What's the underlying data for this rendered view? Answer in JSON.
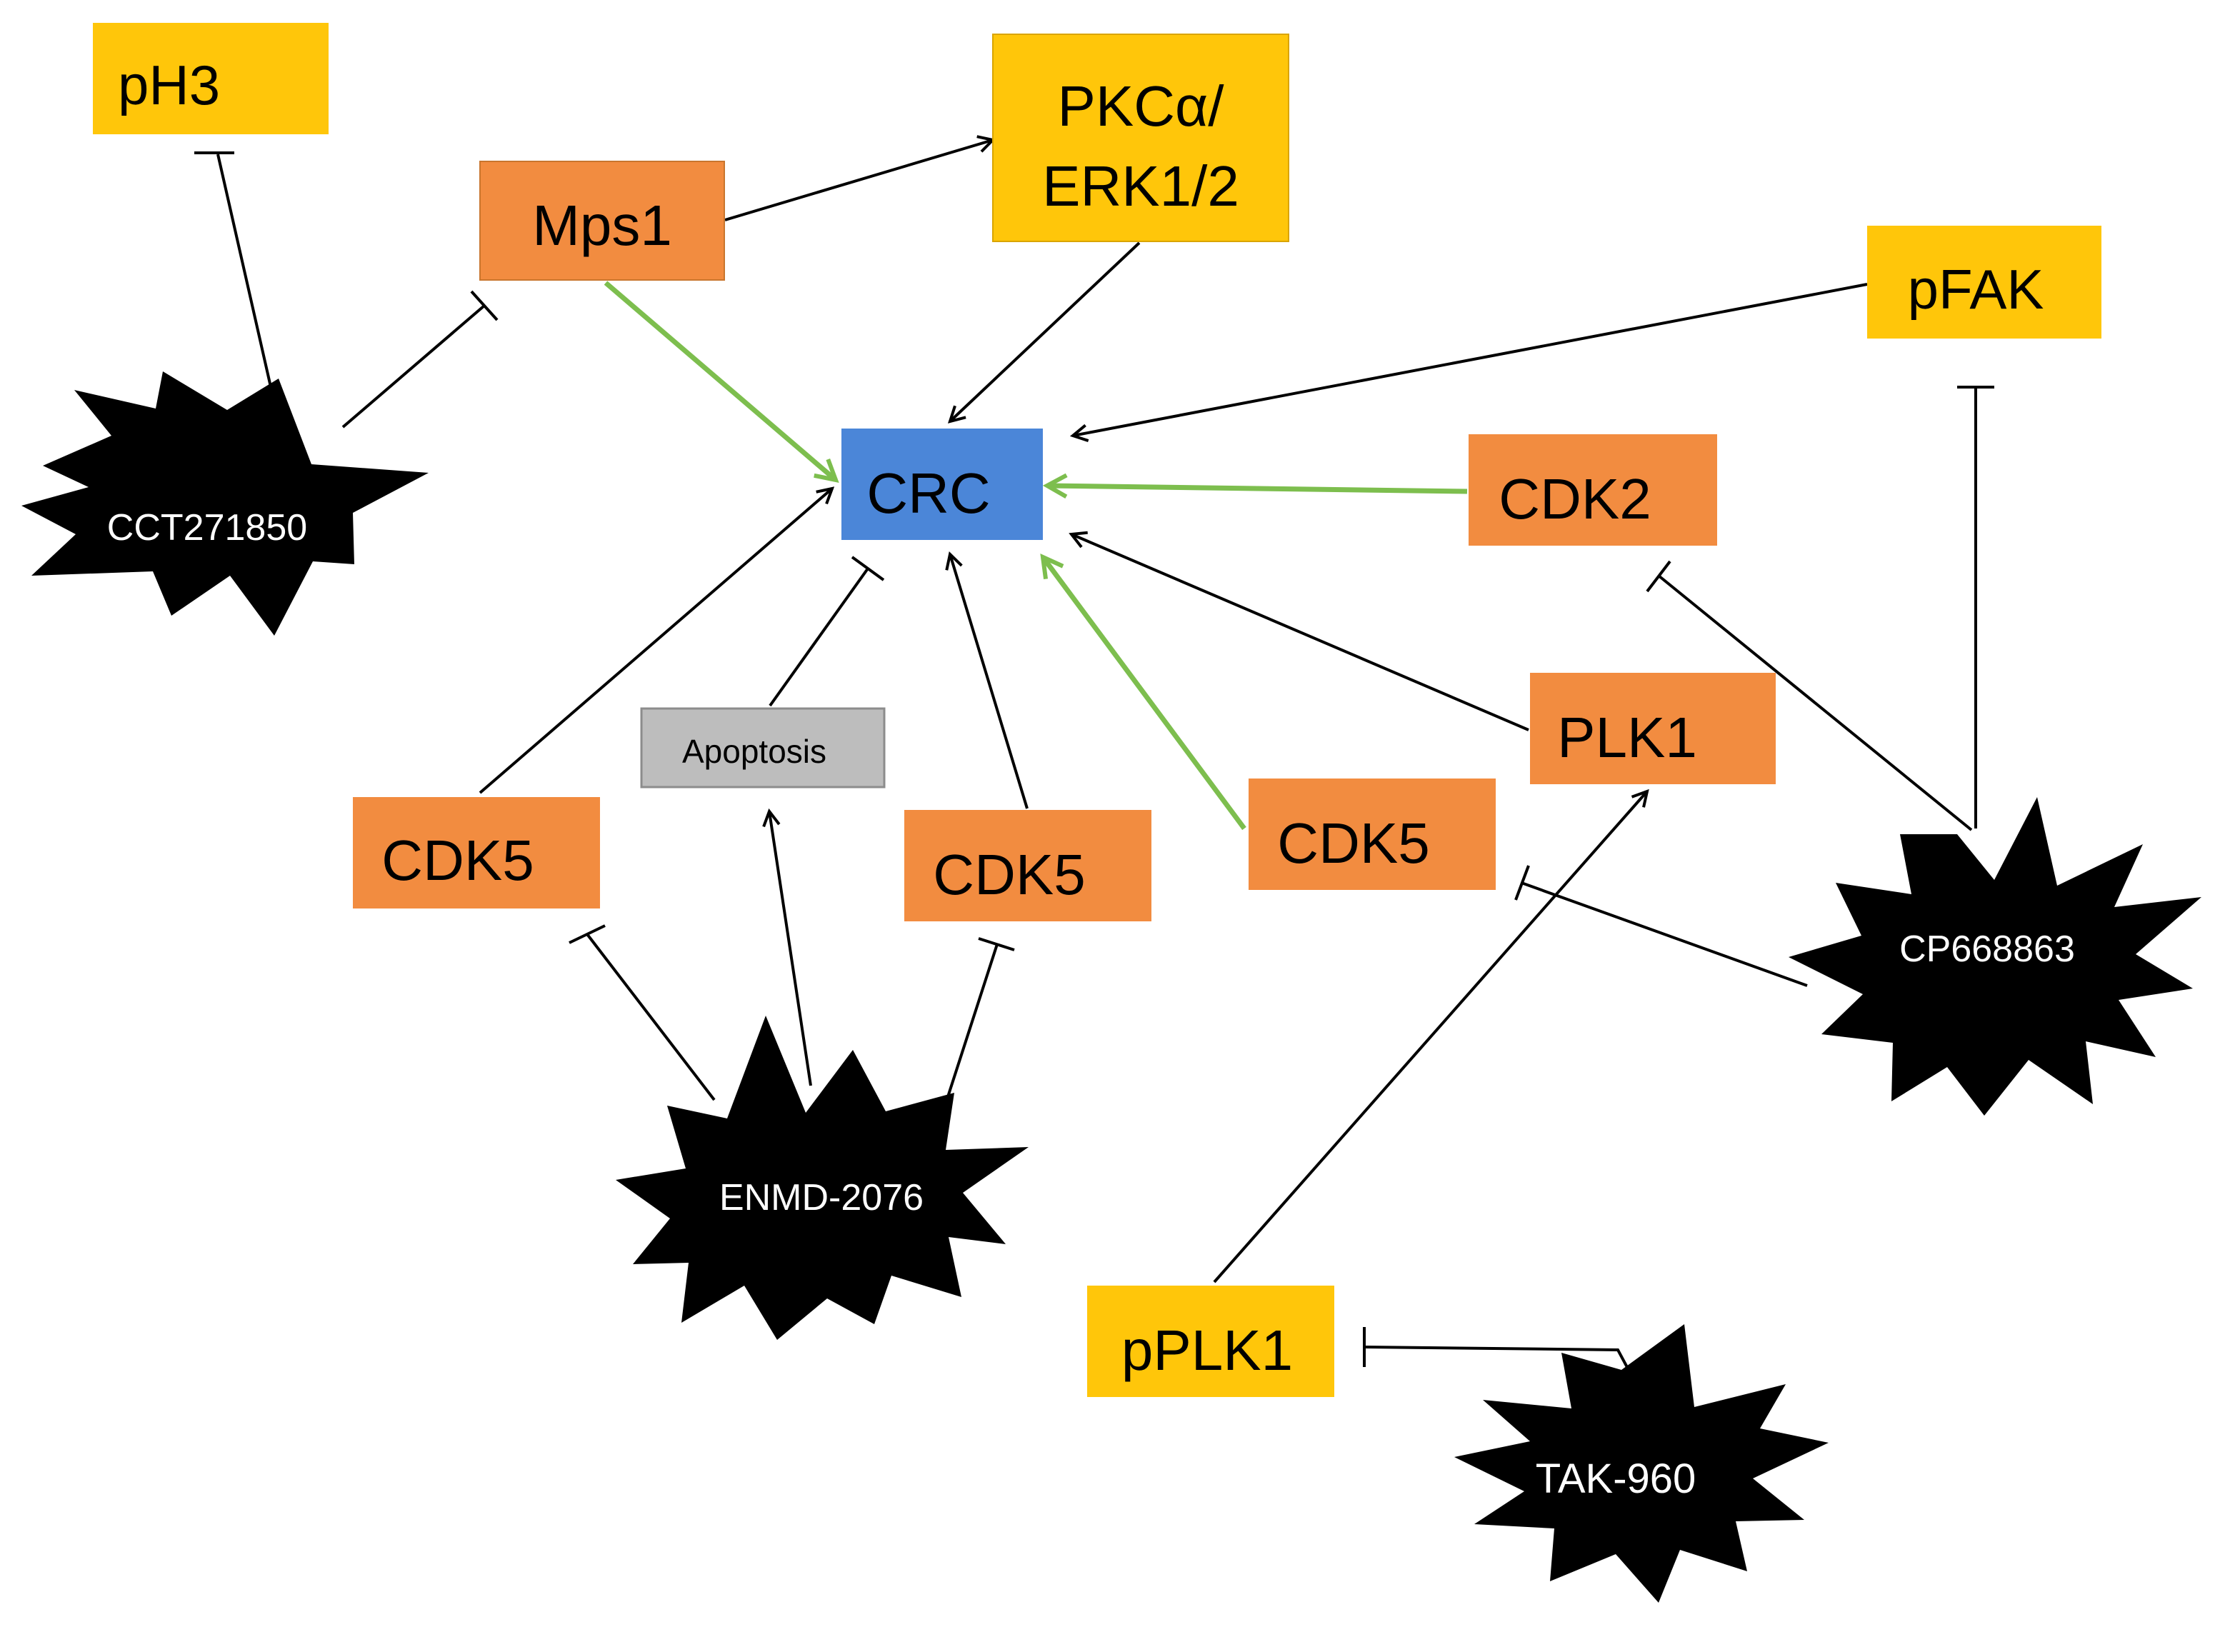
{
  "colors": {
    "kinase": "#F28C40",
    "phospho": "#FFC60A",
    "target": "#4B86D8",
    "outcome": "#BDBDBD",
    "drug": "#000000",
    "edge_plain": "#000000",
    "edge_key": "#7DBE4E"
  },
  "nodes": {
    "ph3": "pH3",
    "mps1": "Mps1",
    "pkca": [
      "PKCα/",
      "ERK1/2"
    ],
    "pfak": "pFAK",
    "crc": "CRC",
    "cdk2": "CDK2",
    "plk1": "PLK1",
    "cdk5_left": "CDK5",
    "apoptosis": "Apoptosis",
    "cdk5_mid": "CDK5",
    "cdk5_right": "CDK5",
    "pplk1": "pPLK1"
  },
  "drugs": {
    "cct271850": "CCT271850",
    "enmd2076": "ENMD-2076",
    "cp668863": "CP668863",
    "tak960": "TAK-960"
  },
  "edges": [
    {
      "from": "mps1",
      "to": "pkca",
      "type": "activation",
      "color": "plain"
    },
    {
      "from": "mps1",
      "to": "crc",
      "type": "activation",
      "color": "key"
    },
    {
      "from": "pkca",
      "to": "crc",
      "type": "activation",
      "color": "plain"
    },
    {
      "from": "pfak",
      "to": "crc",
      "type": "activation",
      "color": "plain"
    },
    {
      "from": "cdk2",
      "to": "crc",
      "type": "activation",
      "color": "key"
    },
    {
      "from": "plk1",
      "to": "crc",
      "type": "activation",
      "color": "plain"
    },
    {
      "from": "cdk5_right",
      "to": "crc",
      "type": "activation",
      "color": "key"
    },
    {
      "from": "cdk5_mid",
      "to": "crc",
      "type": "activation",
      "color": "plain"
    },
    {
      "from": "cdk5_left",
      "to": "crc",
      "type": "activation",
      "color": "plain"
    },
    {
      "from": "apoptosis",
      "to": "crc",
      "type": "inhibition",
      "color": "plain"
    },
    {
      "from": "cct271850",
      "to": "ph3",
      "type": "inhibition",
      "color": "plain"
    },
    {
      "from": "cct271850",
      "to": "mps1",
      "type": "inhibition",
      "color": "plain"
    },
    {
      "from": "enmd2076",
      "to": "cdk5_left",
      "type": "inhibition",
      "color": "plain"
    },
    {
      "from": "enmd2076",
      "to": "apoptosis",
      "type": "activation",
      "color": "plain"
    },
    {
      "from": "enmd2076",
      "to": "cdk5_mid",
      "type": "inhibition",
      "color": "plain"
    },
    {
      "from": "cp668863",
      "to": "pfak",
      "type": "inhibition",
      "color": "plain"
    },
    {
      "from": "cp668863",
      "to": "cdk2",
      "type": "inhibition",
      "color": "plain"
    },
    {
      "from": "cp668863",
      "to": "cdk5_right",
      "type": "inhibition",
      "color": "plain"
    },
    {
      "from": "pplk1",
      "to": "plk1",
      "type": "activation",
      "color": "plain"
    },
    {
      "from": "tak960",
      "to": "pplk1",
      "type": "inhibition",
      "color": "plain"
    }
  ]
}
